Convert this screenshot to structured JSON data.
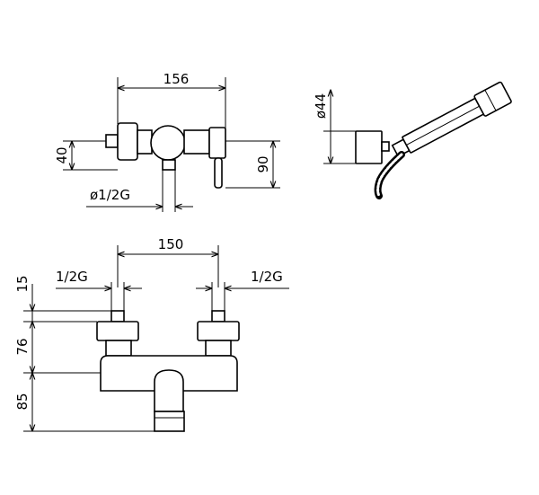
{
  "top_view": {
    "width_dim": "156",
    "height_dim_left": "40",
    "height_dim_right": "90",
    "inlet_dim": "ø1/2G"
  },
  "hand_shower": {
    "diameter_dim": "ø44"
  },
  "front_view": {
    "width_dim": "150",
    "inlet_left_dim": "1/2G",
    "inlet_right_dim": "1/2G",
    "height_dim_top": "15",
    "height_dim_mid": "76",
    "height_dim_bottom": "85"
  }
}
